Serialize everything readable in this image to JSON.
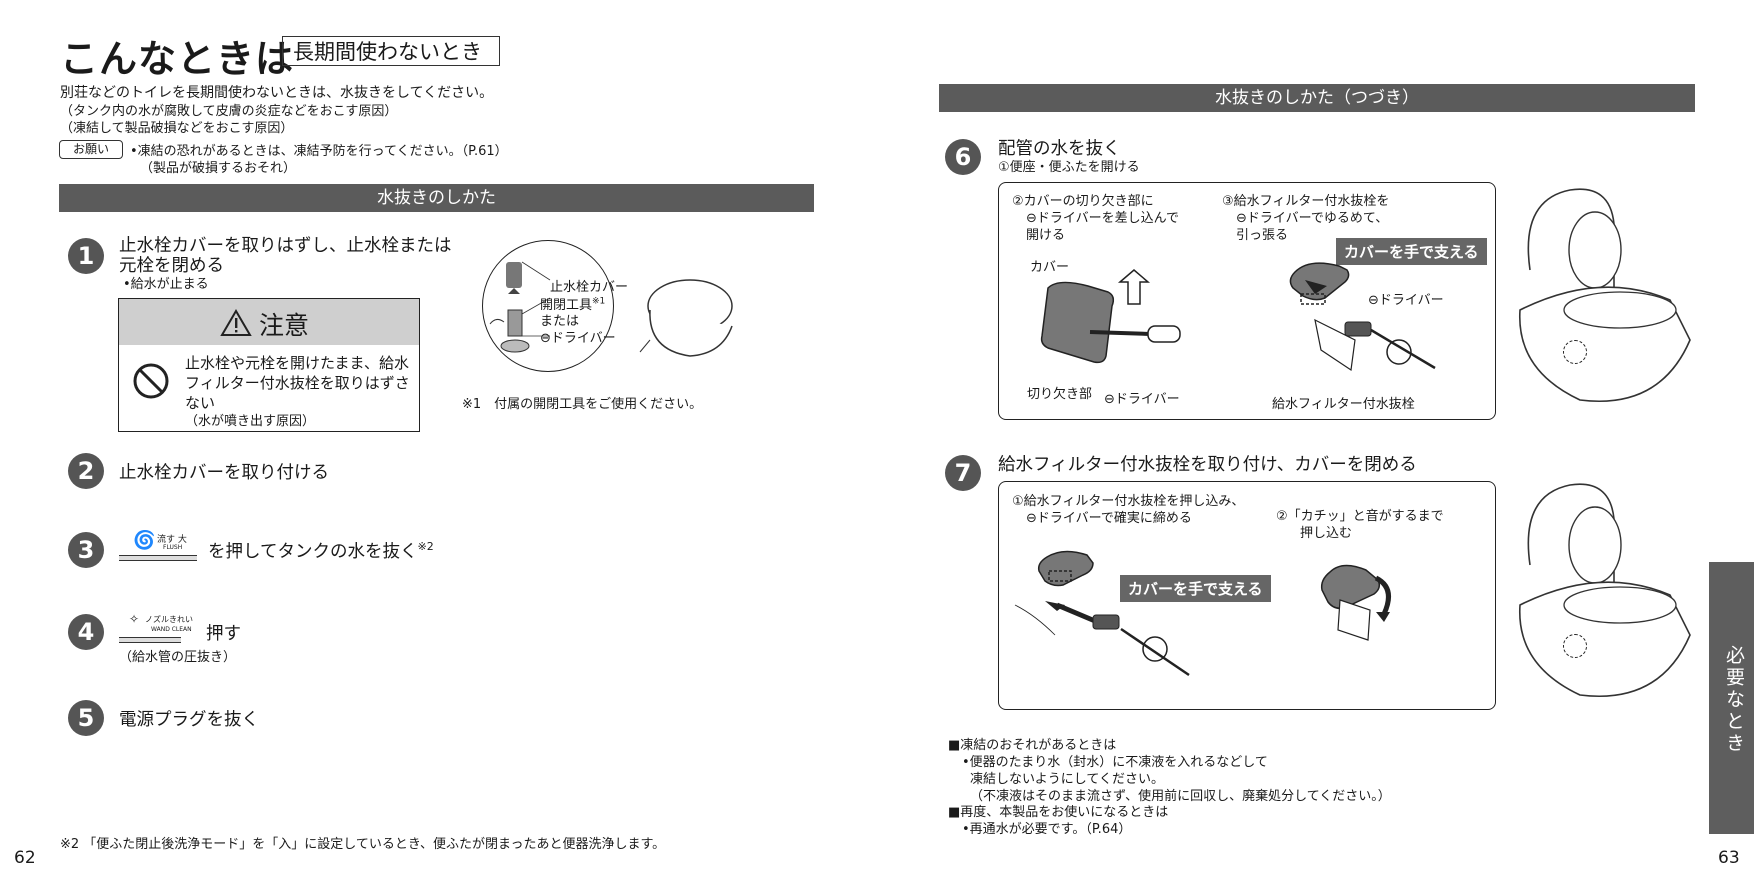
{
  "left_page": {
    "title": "こんなときは",
    "subtitle": "長期間使わないとき",
    "intro": [
      "別荘などのトイレを長期間使わないときは、水抜きをしてください。",
      "（タンク内の水が腐敗して皮膚の炎症などをおこす原因）",
      "（凍結して製品破損などをおこす原因）"
    ],
    "onegai_label": "お願い",
    "onegai_text": "•凍結の恐れがあるときは、凍結予防を行ってください。（P.61）",
    "onegai_sub": "（製品が破損するおそれ）",
    "section_bar": "水抜きのしかた",
    "step1": {
      "number": "1",
      "line1": "止水栓カバーを取りはずし、止水栓または",
      "line2": "元栓を閉める",
      "note": "•給水が止まる"
    },
    "caution": {
      "title": "注意",
      "lines": [
        "止水栓や元栓を開けたまま、給水",
        "フィルター付水抜栓を取りはずさ",
        "ない"
      ],
      "sub": "（水が噴き出す原因）"
    },
    "diagram1": {
      "label1": "止水栓カバー",
      "label2": "開閉工具",
      "label2_mark": "※1",
      "label3": "または",
      "label4": "⊖ドライバー"
    },
    "footnote1": "※1　付属の開閉工具をご使用ください。",
    "step2": {
      "number": "2",
      "text": "止水栓カバーを取り付ける"
    },
    "step3": {
      "number": "3",
      "button_icon": "swirl-icon",
      "button_top": "流す 大",
      "button_bottom": "FLUSH",
      "text": "を押してタンクの水を抜く",
      "mark": "※2"
    },
    "step4": {
      "number": "4",
      "button_icon": "nozzle-icon",
      "button_top": "ノズルきれい",
      "button_bottom": "WAND CLEAN",
      "text": "押す",
      "note": "（給水管の圧抜き）"
    },
    "step5": {
      "number": "5",
      "text": "電源プラグを抜く"
    },
    "footnote2": "※2 「便ふた閉止後洗浄モード」を「入」に設定しているとき、便ふたが閉まったあと便器洗浄します。",
    "page_number": "62"
  },
  "right_page": {
    "section_bar": "水抜きのしかた（つづき）",
    "step6": {
      "number": "6",
      "text": "配管の水を抜く",
      "sub": "①便座・便ふたを開ける",
      "box_left_lines": [
        "②カバーの切り欠き部に",
        "⊖ドライバーを差し込んで",
        "開ける"
      ],
      "label_cover": "カバー",
      "label_notch": "切り欠き部",
      "label_driver": "⊖ドライバー",
      "box_right_lines": [
        "③給水フィルター付水抜栓を",
        "⊖ドライバーでゆるめて、",
        "引っ張る"
      ],
      "callout": "カバーを手で支える",
      "label_driver2": "⊖ドライバー",
      "label_plug": "給水フィルター付水抜栓"
    },
    "step7": {
      "number": "7",
      "text": "給水フィルター付水抜栓を取り付け、カバーを閉める",
      "box_left_lines": [
        "①給水フィルター付水抜栓を押し込み、",
        "⊖ドライバーで確実に締める"
      ],
      "callout": "カバーを手で支える",
      "box_right_lines": [
        "②「カチッ」と音がするまで",
        "押し込む"
      ]
    },
    "notes": [
      "■凍結のおそれがあるときは",
      "•便器のたまり水（封水）に不凍液を入れるなどして",
      "凍結しないようにしてください。",
      "（不凍液はそのまま流さず、使用前に回収し、廃棄処分してください。）",
      "■再度、本製品をお使いになるときは",
      "•再通水が必要です。（P.64）"
    ],
    "side_tab": "必要なとき",
    "page_number": "63"
  }
}
